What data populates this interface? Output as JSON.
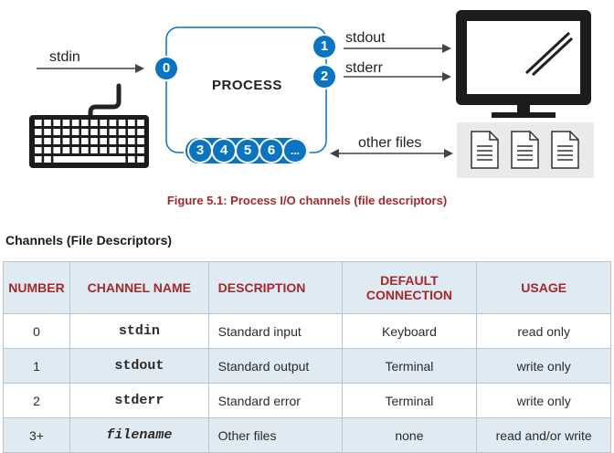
{
  "figure": {
    "process_label": "PROCESS",
    "stdin_label": "stdin",
    "stdout_label": "stdout",
    "stderr_label": "stderr",
    "other_files_label": "other files",
    "fd_0": "0",
    "fd_1": "1",
    "fd_2": "2",
    "fd_3": "3",
    "fd_4": "4",
    "fd_5": "5",
    "fd_6": "6",
    "fd_more": "...",
    "caption": "Figure 5.1: Process I/O channels (file descriptors)",
    "colors": {
      "accent": "#0a74c1",
      "caption": "#a3292a",
      "header_bg": "#dfeaf2"
    },
    "icons": [
      "keyboard-icon",
      "monitor-icon",
      "document-icon"
    ]
  },
  "section_title": "Channels (File Descriptors)",
  "table": {
    "headers": {
      "number": "NUMBER",
      "channel": "CHANNEL NAME",
      "description": "DESCRIPTION",
      "default_line1": "DEFAULT",
      "default_line2": "CONNECTION",
      "usage": "USAGE"
    },
    "rows": [
      {
        "number": "0",
        "channel": "stdin",
        "description": "Standard input",
        "default": "Keyboard",
        "usage": "read only"
      },
      {
        "number": "1",
        "channel": "stdout",
        "description": "Standard output",
        "default": "Terminal",
        "usage": "write only"
      },
      {
        "number": "2",
        "channel": "stderr",
        "description": "Standard error",
        "default": "Terminal",
        "usage": "write only"
      },
      {
        "number": "3+",
        "channel": "filename",
        "description": "Other files",
        "default": "none",
        "usage": "read and/or write"
      }
    ]
  }
}
